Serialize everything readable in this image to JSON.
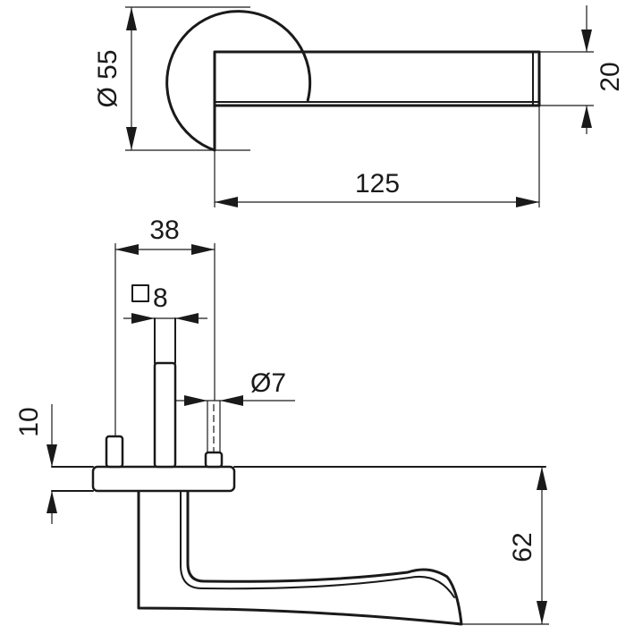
{
  "dimensions": {
    "rosette_diameter": "Ø 55",
    "lever_height": "20",
    "lever_length": "125",
    "spindle_spacing": "38",
    "square_spindle": "8",
    "pin_diameter": "Ø7",
    "rosette_thickness": "10",
    "lever_projection": "62"
  },
  "colors": {
    "line": "#1a1a1a",
    "background": "#ffffff"
  }
}
